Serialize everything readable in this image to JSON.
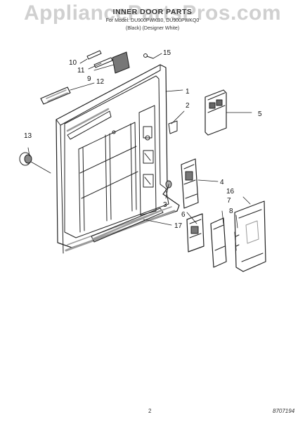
{
  "header": {
    "title": "INNER DOOR PARTS",
    "subtitle_line1": "For Model: DU900PWKB0, DU900PWKQ0",
    "subtitle_line2": "(Black)    (Designer White)"
  },
  "watermark": "AppliancePartsPros.com",
  "callouts": [
    "1",
    "2",
    "3",
    "4",
    "5",
    "6",
    "7",
    "8",
    "9",
    "10",
    "11",
    "12",
    "13",
    "15",
    "16",
    "17"
  ],
  "footer": {
    "page_number": "2",
    "doc_code": "8707194"
  },
  "colors": {
    "line": "#222222",
    "shade": "#9a9a9a",
    "watermark": "#969696"
  }
}
